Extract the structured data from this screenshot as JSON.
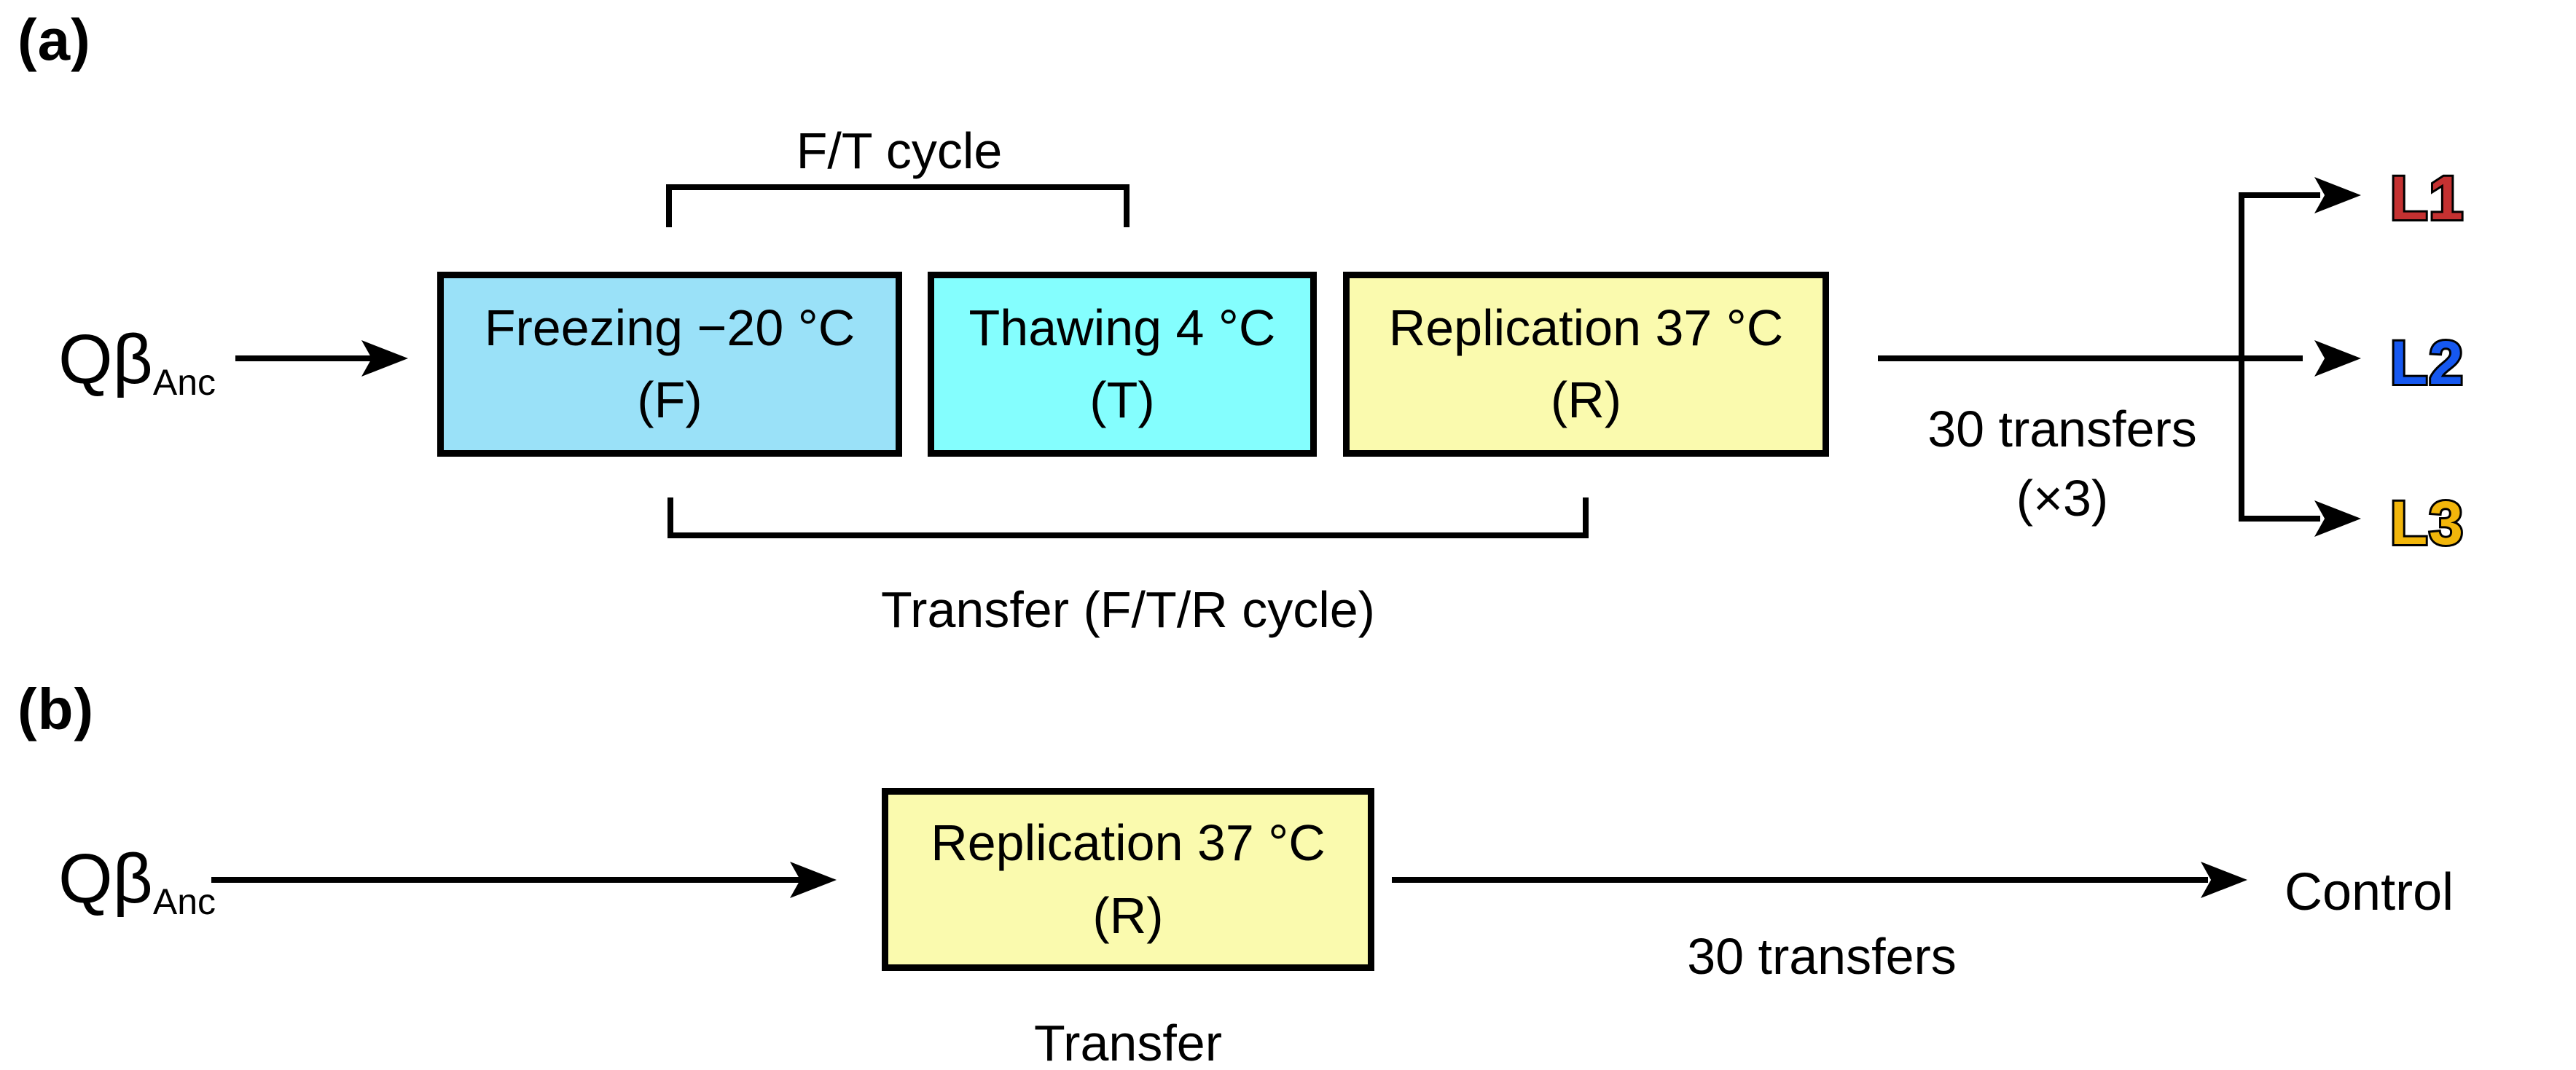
{
  "figure": {
    "panel_a": {
      "label": "(a)",
      "seed": {
        "main": "Qβ",
        "sub": "Anc"
      },
      "ft_cycle_label": "F/T cycle",
      "boxes": [
        {
          "name": "freezing",
          "line1": "Freezing −20 °C",
          "line2": "(F)",
          "fill": "#9AE1F8"
        },
        {
          "name": "thawing",
          "line1": "Thawing 4 °C",
          "line2": "(T)",
          "fill": "#84FEFE"
        },
        {
          "name": "replication",
          "line1": "Replication 37 °C",
          "line2": "(R)",
          "fill": "#FAFAAE"
        }
      ],
      "transfer_bracket_label": "Transfer (F/T/R cycle)",
      "transfers_line1": "30 transfers",
      "transfers_line2": "(×3)",
      "lineages": [
        {
          "label": "L1",
          "color": "#C43131"
        },
        {
          "label": "L2",
          "color": "#1658F0"
        },
        {
          "label": "L3",
          "color": "#F2B60B"
        }
      ]
    },
    "panel_b": {
      "label": "(b)",
      "seed": {
        "main": "Qβ",
        "sub": "Anc"
      },
      "box": {
        "line1": "Replication 37 °C",
        "line2": "(R)",
        "fill": "#FAFAAE"
      },
      "transfer_label": "Transfer",
      "transfers_label": "30 transfers",
      "output_label": "Control"
    }
  }
}
